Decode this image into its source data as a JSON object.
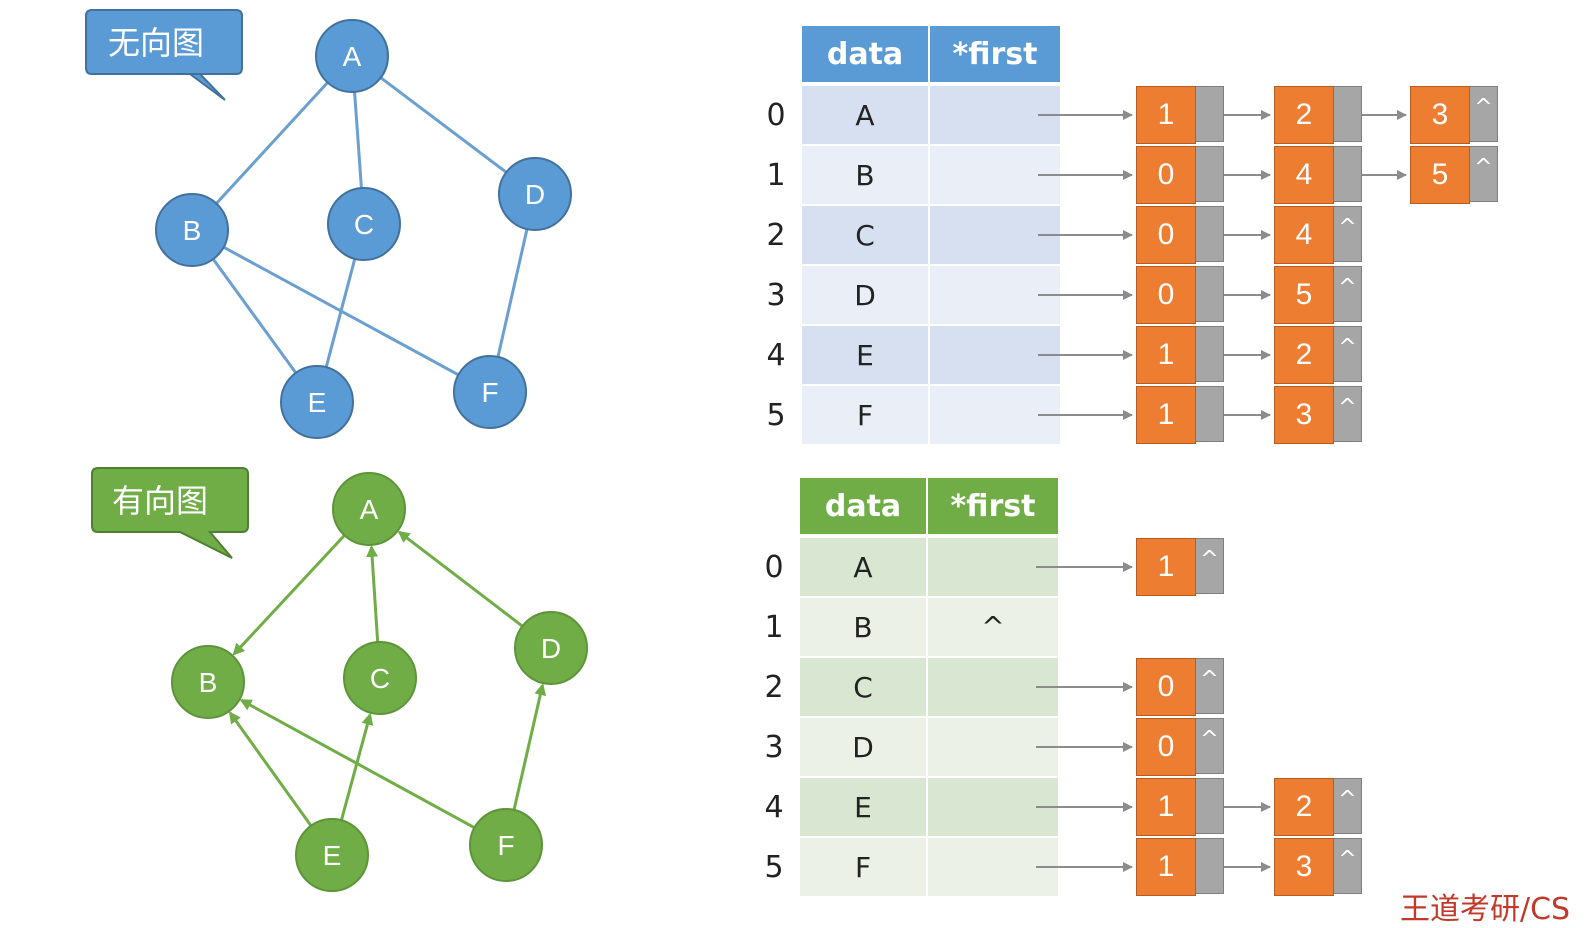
{
  "undirected": {
    "callout": "无向图",
    "nodes": [
      "A",
      "B",
      "C",
      "D",
      "E",
      "F"
    ],
    "edges": [
      [
        "A",
        "B"
      ],
      [
        "A",
        "C"
      ],
      [
        "A",
        "D"
      ],
      [
        "B",
        "E"
      ],
      [
        "B",
        "F"
      ],
      [
        "C",
        "E"
      ],
      [
        "D",
        "F"
      ]
    ],
    "color": "#5b9bd5",
    "edge_color": "#6a9fcf"
  },
  "directed": {
    "callout": "有向图",
    "nodes": [
      "A",
      "B",
      "C",
      "D",
      "E",
      "F"
    ],
    "arcs": [
      [
        "A",
        "B"
      ],
      [
        "C",
        "A"
      ],
      [
        "D",
        "A"
      ],
      [
        "E",
        "B"
      ],
      [
        "E",
        "C"
      ],
      [
        "F",
        "B"
      ],
      [
        "F",
        "D"
      ]
    ],
    "color": "#70ad47",
    "edge_color": "#70ad47"
  },
  "undirected_table": {
    "header": {
      "data": "data",
      "first": "*first"
    },
    "header_color": "#5b9bd5",
    "rows": [
      {
        "index": "0",
        "data": "A",
        "first": "",
        "list": [
          {
            "v": "1",
            "end": false
          },
          {
            "v": "2",
            "end": false
          },
          {
            "v": "3",
            "end": true
          }
        ]
      },
      {
        "index": "1",
        "data": "B",
        "first": "",
        "list": [
          {
            "v": "0",
            "end": false
          },
          {
            "v": "4",
            "end": false
          },
          {
            "v": "5",
            "end": true
          }
        ]
      },
      {
        "index": "2",
        "data": "C",
        "first": "",
        "list": [
          {
            "v": "0",
            "end": false
          },
          {
            "v": "4",
            "end": true
          }
        ]
      },
      {
        "index": "3",
        "data": "D",
        "first": "",
        "list": [
          {
            "v": "0",
            "end": false
          },
          {
            "v": "5",
            "end": true
          }
        ]
      },
      {
        "index": "4",
        "data": "E",
        "first": "",
        "list": [
          {
            "v": "1",
            "end": false
          },
          {
            "v": "2",
            "end": true
          }
        ]
      },
      {
        "index": "5",
        "data": "F",
        "first": "",
        "list": [
          {
            "v": "1",
            "end": false
          },
          {
            "v": "3",
            "end": true
          }
        ]
      }
    ]
  },
  "directed_table": {
    "header": {
      "data": "data",
      "first": "*first"
    },
    "header_color": "#70ad47",
    "rows": [
      {
        "index": "0",
        "data": "A",
        "first": "",
        "list": [
          {
            "v": "1",
            "end": true
          }
        ]
      },
      {
        "index": "1",
        "data": "B",
        "first": "^",
        "list": []
      },
      {
        "index": "2",
        "data": "C",
        "first": "",
        "list": [
          {
            "v": "0",
            "end": true
          }
        ]
      },
      {
        "index": "3",
        "data": "D",
        "first": "",
        "list": [
          {
            "v": "0",
            "end": true
          }
        ]
      },
      {
        "index": "4",
        "data": "E",
        "first": "",
        "list": [
          {
            "v": "1",
            "end": false
          },
          {
            "v": "2",
            "end": true
          }
        ]
      },
      {
        "index": "5",
        "data": "F",
        "first": "",
        "list": [
          {
            "v": "1",
            "end": false
          },
          {
            "v": "3",
            "end": true
          }
        ]
      }
    ]
  },
  "null_symbol": "^",
  "watermark": "王道考研/CS"
}
